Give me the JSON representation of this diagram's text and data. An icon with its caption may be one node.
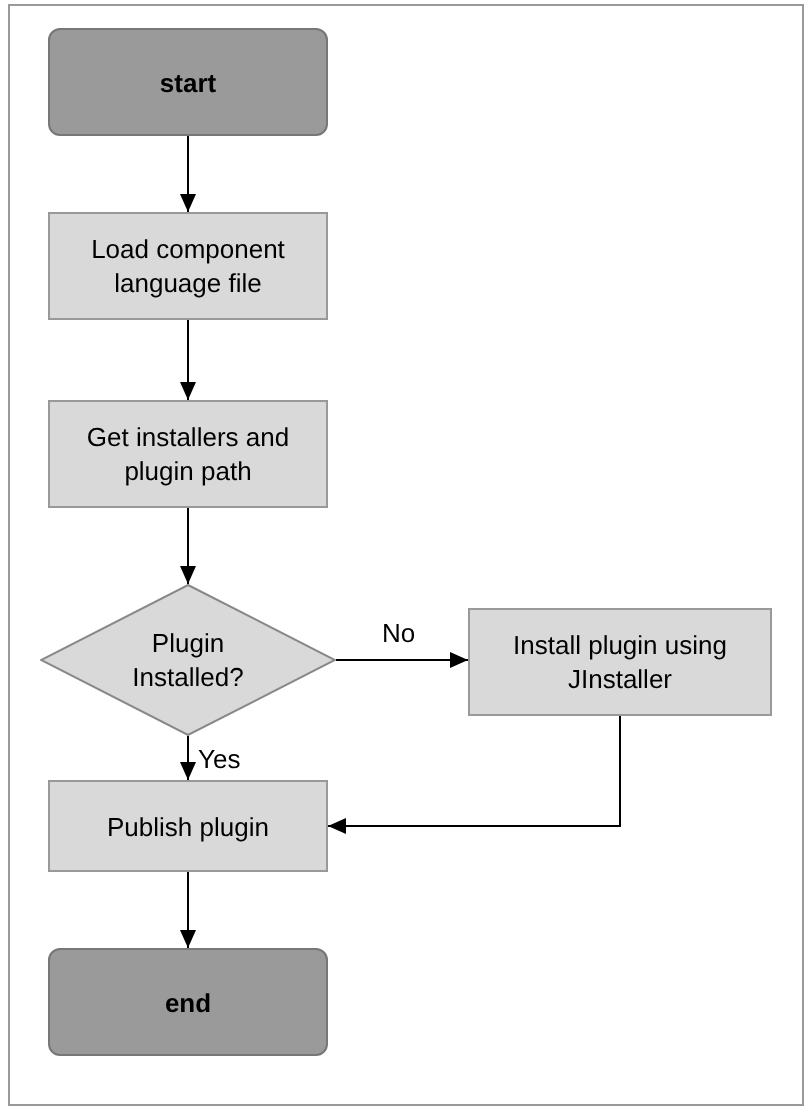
{
  "diagram": {
    "nodes": [
      {
        "text": [
          "start"
        ]
      },
      {
        "text": [
          "Load component language file"
        ]
      },
      {
        "text": [
          "Get installers and plugin path"
        ]
      },
      {
        "text": [
          "Plugin Installed?"
        ]
      },
      {
        "text": [
          "Install plugin using JInstaller"
        ]
      },
      {
        "text": [
          "Publish plugin"
        ]
      },
      {
        "text": [
          "end"
        ]
      }
    ],
    "edges": [
      {
        "from": 0,
        "to": 1,
        "arrow": "to"
      },
      {
        "from": 1,
        "to": 2,
        "arrow": "to"
      },
      {
        "from": 2,
        "to": 3,
        "arrow": "to"
      },
      {
        "from": 3,
        "to": 4,
        "arrow": "to",
        "label": "No"
      },
      {
        "from": 3,
        "to": 5,
        "arrow": "to",
        "label": "Yes"
      },
      {
        "from": 4,
        "to": 5,
        "arrow": "to"
      },
      {
        "from": 5,
        "to": 6,
        "arrow": "to"
      }
    ]
  }
}
